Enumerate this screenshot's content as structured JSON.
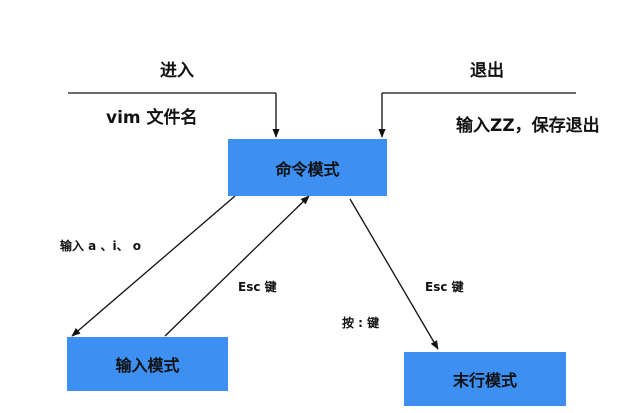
{
  "colors": {
    "box_fill": "#3d8ff2",
    "line": "#111111",
    "text": "#111111",
    "background": "#ffffff"
  },
  "labels": {
    "enter_title": "进入",
    "enter_cmd": "vim 文件名",
    "exit_title": "退出",
    "exit_cmd": "输入ZZ，保存退出",
    "to_insert": "输入 a 、i、 o",
    "esc_key": "Esc 键",
    "esc_key_2": "Esc 键",
    "colon_key": "按 : 键"
  },
  "modes": {
    "command": "命令模式",
    "insert": "输入模式",
    "last_line": "末行模式"
  }
}
